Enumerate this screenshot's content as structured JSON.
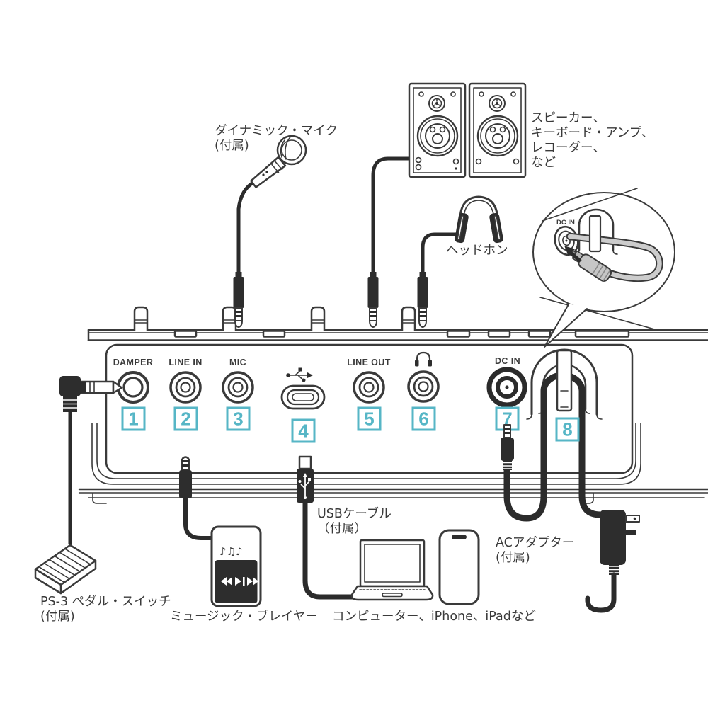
{
  "colors": {
    "accent_teal": "#56b6c6",
    "line": "#3a3a3a"
  },
  "labels": {
    "dynamic_mic_line1": "ダイナミック・マイク",
    "dynamic_mic_line2": "(付属)",
    "speakers_line1": "スピーカー、",
    "speakers_line2": "キーボード・アンプ、",
    "speakers_line3": "レコーダー、",
    "speakers_line4": "など",
    "headphones": "ヘッドホン",
    "pedal_line1": "PS-3 ペダル・スイッチ",
    "pedal_line2": "(付属)",
    "music_player": "ミュージック・プレイヤー",
    "usb_cable_line1": "USBケーブル",
    "usb_cable_line2": "（付属）",
    "computer": "コンピューター、iPhone、iPadなど",
    "ac_adapter_line1": "ACアダプター",
    "ac_adapter_line2": "(付属)"
  },
  "inset": {
    "port_label": "DC IN"
  },
  "decor": {
    "music_notes": "♪♫♪"
  },
  "panel": {
    "ports": [
      {
        "num": "1",
        "label": "DAMPER",
        "type": "quarter-inch pedal jack"
      },
      {
        "num": "2",
        "label": "LINE IN",
        "type": "stereo mini jack"
      },
      {
        "num": "3",
        "label": "MIC",
        "type": "mini jack"
      },
      {
        "num": "4",
        "label": "",
        "icon": "usb-icon",
        "type": "USB-C port"
      },
      {
        "num": "5",
        "label": "LINE OUT",
        "type": "stereo mini jack"
      },
      {
        "num": "6",
        "label": "",
        "icon": "headphones-icon",
        "type": "headphones mini jack"
      },
      {
        "num": "7",
        "label": "DC IN",
        "type": "DC power jack"
      },
      {
        "num": "8",
        "label": "",
        "type": "cord hook"
      }
    ]
  }
}
